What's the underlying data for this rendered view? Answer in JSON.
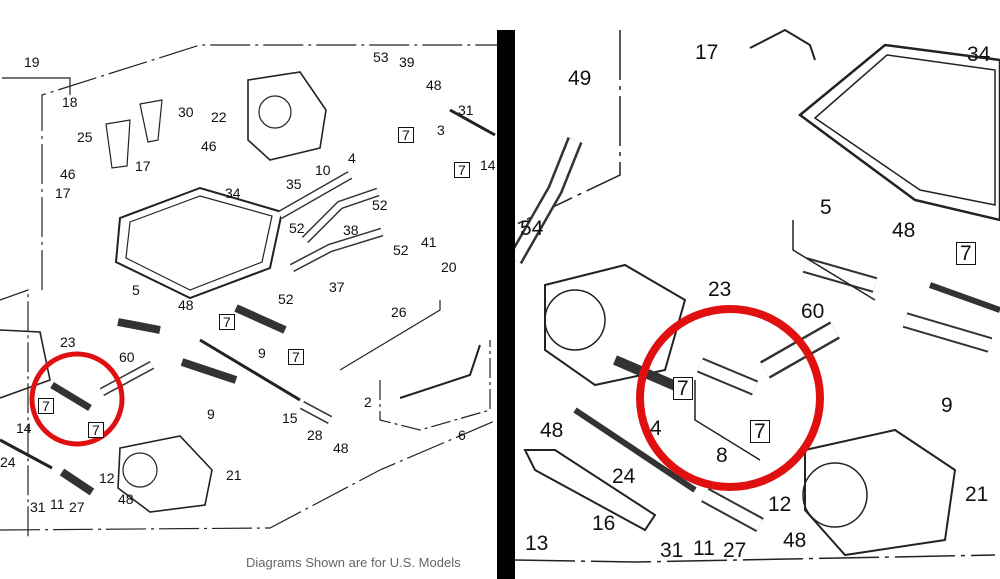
{
  "caption": "Diagrams Shown are for U.S. Models",
  "highlight_color": "#e01010",
  "left_labels": [
    "19",
    "18",
    "25",
    "30",
    "22",
    "46",
    "17",
    "46",
    "17",
    "34",
    "35",
    "10",
    "4",
    "53",
    "39",
    "48",
    "31",
    "7",
    "3",
    "7",
    "14",
    "52",
    "52",
    "38",
    "41",
    "52",
    "20",
    "37",
    "52",
    "5",
    "48",
    "7",
    "9",
    "7",
    "26",
    "60",
    "23",
    "7",
    "7",
    "14",
    "9",
    "15",
    "28",
    "48",
    "2",
    "6",
    "24",
    "12",
    "21",
    "31",
    "11",
    "27",
    "48"
  ],
  "right_labels": [
    "17",
    "34",
    "49",
    "54",
    "5",
    "48",
    "7",
    "23",
    "60",
    "7",
    "48",
    "4",
    "8",
    "7",
    "9",
    "24",
    "12",
    "21",
    "16",
    "13",
    "31",
    "11",
    "27",
    "48"
  ]
}
